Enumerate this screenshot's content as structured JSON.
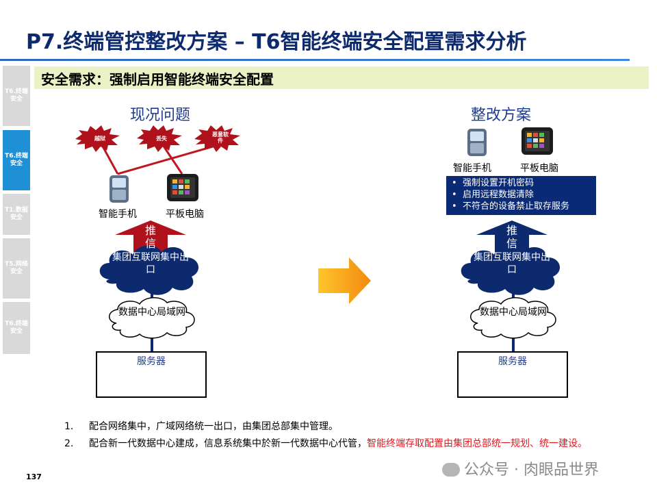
{
  "title": "P7.终端管控整改方案 – T6智能终端安全配置需求分析",
  "side_tabs": [
    {
      "label": "T6.终端安全",
      "active": false
    },
    {
      "label": "T6.终端安全",
      "active": true
    },
    {
      "label": "T1.数据安全",
      "active": false
    },
    {
      "label": "T5.网络安全",
      "active": false
    },
    {
      "label": "T6.终端安全",
      "active": false
    }
  ],
  "requirement": "安全需求：强制启用智能终端安全配置",
  "left": {
    "heading": "现况问题",
    "risks": [
      "越狱",
      "丢失",
      "恶意软件"
    ],
    "phone_label": "智能手机",
    "tablet_label": "平板电脑",
    "push_label": "推信",
    "cloud_label": "集团互联网集中出口",
    "dc_label": "数据中心局域网",
    "server_label": "服务器"
  },
  "right": {
    "heading": "整改方案",
    "phone_label": "智能手机",
    "tablet_label": "平板电脑",
    "measures": [
      "强制设置开机密码",
      "启用远程数据清除",
      "不符合的设备禁止取存服务"
    ],
    "push_label": "推信",
    "cloud_label": "集团互联网集中出口",
    "dc_label": "数据中心局域网",
    "server_label": "服务器"
  },
  "notes": [
    {
      "num": "1.",
      "text": "配合网络集中，广域网络统一出口，由集团总部集中管理。",
      "highlight": ""
    },
    {
      "num": "2.",
      "text": "配合新一代数据中心建成，信息系统集中於新一代数据中心代管，",
      "highlight": "智能终端存取配置由集团总部统一规划、统一建设。"
    }
  ],
  "page_number": "137",
  "watermark": "公众号 · 肉眼品世界",
  "colors": {
    "navy": "#0d2a6e",
    "risk_red": "#b0121c",
    "arrow_orange": "#f59a1a",
    "accent_blue": "#1f8fd6"
  }
}
